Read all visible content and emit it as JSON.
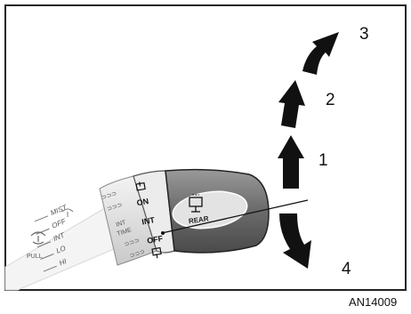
{
  "callouts": [
    "1",
    "2",
    "3",
    "4"
  ],
  "figure_code": "AN14009",
  "knob": {
    "on": "ON",
    "int": "INT",
    "off": "OFF",
    "rear": "REAR"
  },
  "front_ring": {
    "int": "INT",
    "time": "TIME"
  },
  "stalk_body": {
    "mist": "MIST",
    "off": "OFF",
    "int": "INT",
    "lo": "LO",
    "hi": "HI",
    "pull": "PULL"
  },
  "icons": [
    "rear-washer-icon",
    "rear-wiper-icon",
    "front-washer-icon",
    "wiper-symbol-icon"
  ]
}
